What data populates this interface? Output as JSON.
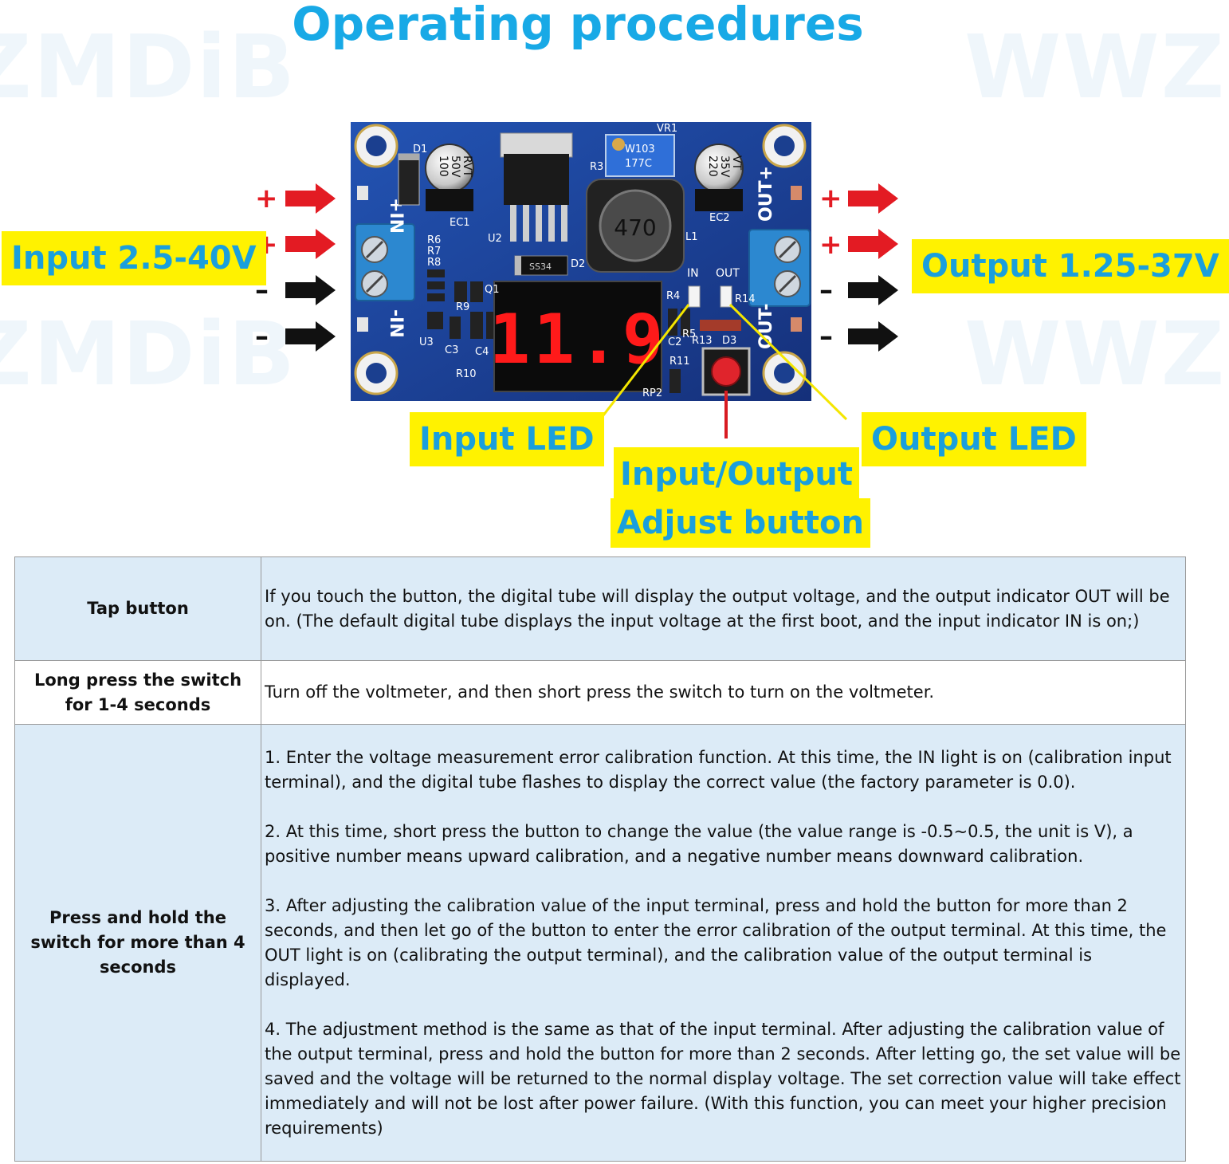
{
  "title": "Operating procedures",
  "watermark": {
    "left": "ZMDiB",
    "right": "WWZ",
    "center": "WWZMDiB"
  },
  "labels": {
    "input": "Input 2.5-40V",
    "output": "Output 1.25-37V",
    "input_led": "Input LED",
    "output_led": "Output LED",
    "adjust_line1": "Input/Output",
    "adjust_line2": "Adjust button"
  },
  "signs": {
    "plus": "+",
    "minus": "–"
  },
  "board": {
    "display": "11.9",
    "inductor": "470",
    "cap_left": [
      "100",
      "50V",
      "RVT"
    ],
    "cap_right": [
      "220",
      "35V",
      "VT"
    ],
    "pot": [
      "W103",
      "177C"
    ],
    "silk_in_plus": "+IN",
    "silk_in_minus": "-IN",
    "silk_out_plus": "OUT+",
    "silk_out_minus": "OUT-",
    "led_in": "IN",
    "led_out": "OUT",
    "refs": [
      "VR1",
      "D1",
      "EC1",
      "EC2",
      "U2",
      "L1",
      "D2",
      "D3",
      "U3",
      "C3",
      "C4",
      "R6",
      "R7",
      "R8",
      "R9",
      "R10",
      "R11",
      "R13",
      "R14",
      "R4",
      "R5",
      "C2",
      "R3",
      "Q1",
      "RP2",
      "SS34"
    ]
  },
  "colors": {
    "accent": "#18a9e6",
    "highlight": "#fff200",
    "pcb": "#1b3f8f",
    "arrow_red": "#e31b23",
    "arrow_black": "#111111",
    "table_shade": "#dcebf7"
  },
  "table": {
    "rows": [
      {
        "action": "Tap button",
        "description": [
          "If you touch the button, the digital tube will display the output voltage, and the output indicator OUT will be on. (The default digital tube displays the input voltage at the first boot, and the input indicator IN is on;)"
        ]
      },
      {
        "action": "Long press the switch for 1-4 seconds",
        "description": [
          "Turn off the voltmeter, and then short press the switch to turn on the voltmeter."
        ]
      },
      {
        "action": "Press and hold the switch for more than 4 seconds",
        "description": [
          "1. Enter the voltage measurement error calibration function. At this time, the IN light is on (calibration input terminal), and the digital tube flashes to display the correct value (the factory parameter is 0.0).",
          "2. At this time, short press the button to change the value (the value range is -0.5~0.5, the unit is V), a positive number means upward calibration, and a negative number means downward calibration.",
          "3. After adjusting the calibration value of the input terminal, press and hold the button for more than 2 seconds, and then let go of the button to enter the error calibration of the output terminal. At this time, the OUT light is on (calibrating the output terminal), and the calibration value of the output terminal is displayed.",
          "4. The adjustment method is the same as that of the input terminal. After adjusting the calibration value of the output terminal, press and hold the button for more than 2 seconds. After letting go, the set value will be saved and the voltage will be returned to the normal display voltage. The set correction value will take effect immediately and will not be lost after power failure. (With this function, you can meet your higher precision requirements)"
        ]
      }
    ]
  }
}
